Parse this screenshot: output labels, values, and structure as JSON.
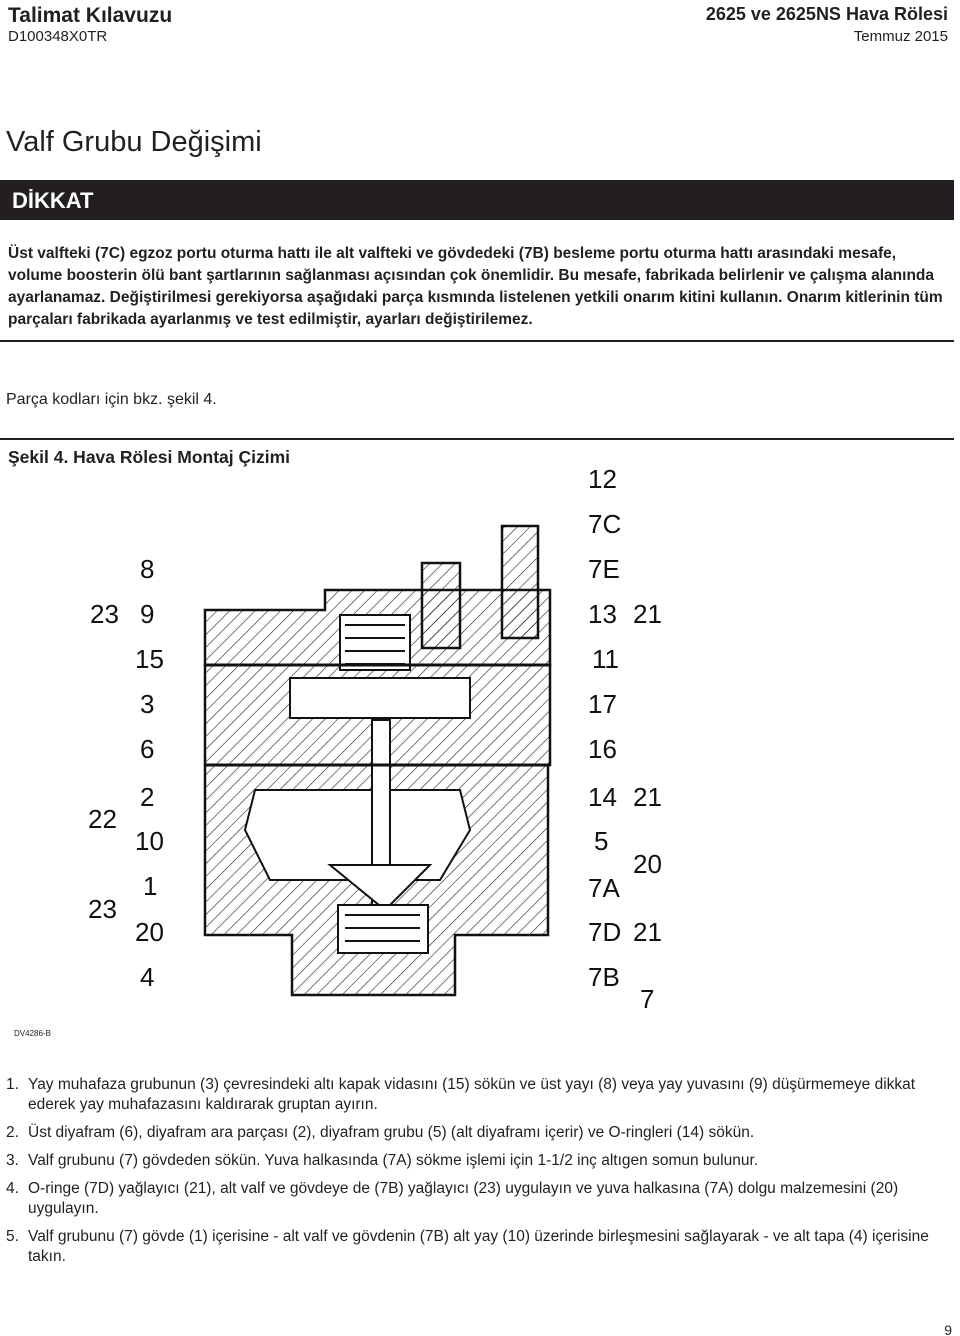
{
  "header": {
    "doc_type": "Talimat Kılavuzu",
    "doc_code": "D100348X0TR",
    "product": "2625 ve 2625NS Hava Rölesi",
    "date": "Temmuz 2015"
  },
  "section_title": "Valf Grubu Değişimi",
  "caution": {
    "label": "DİKKAT",
    "text": "Üst valfteki (7C) egzoz portu oturma hattı ile alt valfteki ve gövdedeki (7B) besleme portu oturma hattı arasındaki mesafe, volume boosterin ölü bant şartlarının sağlanması açısından çok önemlidir. Bu mesafe, fabrikada belirlenir ve çalışma alanında ayarlanamaz. Değiştirilmesi gerekiyorsa aşağıdaki parça kısmında listelenen yetkili onarım kitini kullanın. Onarım kitlerinin tüm parçaları fabrikada ayarlanmış ve test edilmiştir, ayarları değiştirilemez."
  },
  "reference_text": "Parça kodları için bkz. şekil 4.",
  "figure": {
    "caption": "Şekil 4. Hava Rölesi Montaj Çizimi",
    "code": "DV4286-B",
    "callouts": {
      "c12": "12",
      "c7C": "7C",
      "c7E": "7E",
      "c13": "13",
      "c21a": "21",
      "c11": "11",
      "c17": "17",
      "c16": "16",
      "c14": "14",
      "c21b": "21",
      "c5": "5",
      "c20r": "20",
      "c7A": "7A",
      "c7D": "7D",
      "c21c": "21",
      "c7B": "7B",
      "c7": "7",
      "c8": "8",
      "c23a": "23",
      "c9": "9",
      "c15": "15",
      "c3": "3",
      "c6": "6",
      "c2": "2",
      "c22": "22",
      "c10": "10",
      "c1": "1",
      "c23b": "23",
      "c20l": "20",
      "c4": "4"
    }
  },
  "steps": [
    {
      "num": "1.",
      "text": "Yay muhafaza grubunun (3) çevresindeki altı kapak vidasını (15) sökün ve üst yayı (8) veya yay yuvasını (9) düşürmemeye dikkat ederek yay muhafazasını kaldırarak gruptan ayırın."
    },
    {
      "num": "2.",
      "text": "Üst diyafram (6), diyafram ara parçası (2), diyafram grubu (5) (alt diyaframı içerir) ve O-ringleri (14) sökün."
    },
    {
      "num": "3.",
      "text": "Valf grubunu (7) gövdeden sökün. Yuva halkasında (7A) sökme işlemi için 1-1/2 inç altıgen somun bulunur."
    },
    {
      "num": "4.",
      "text": "O-ringe (7D) yağlayıcı (21), alt valf ve gövdeye de (7B) yağlayıcı (23) uygulayın ve yuva halkasına (7A) dolgu malzemesini (20) uygulayın."
    },
    {
      "num": "5.",
      "text": "Valf grubunu (7) gövde (1) içerisine - alt valf ve gövdenin (7B) alt yay (10) üzerinde birleşmesini sağlayarak - ve alt tapa (4) içerisine takın."
    }
  ],
  "page_number": "9"
}
